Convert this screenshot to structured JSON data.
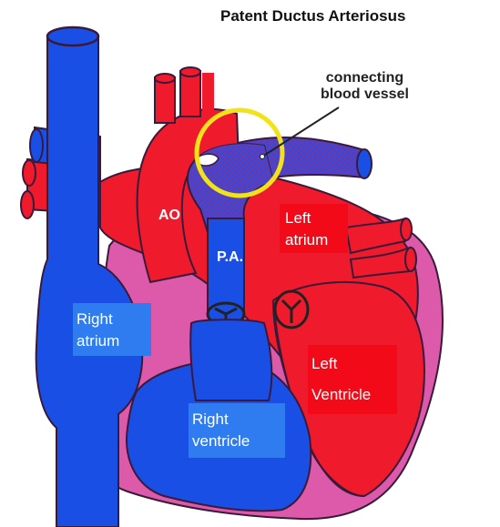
{
  "title": "Patent Ductus Arteriosus",
  "callout": {
    "line1": "connecting",
    "line2": "blood vessel"
  },
  "labels": {
    "aorta": "AO",
    "pulmonary_artery": "P.A.",
    "left_atrium": [
      "Left",
      "atrium"
    ],
    "right_atrium": [
      "Right",
      "atrium"
    ],
    "left_ventricle": [
      "Left",
      "Ventricle"
    ],
    "right_ventricle": [
      "Right",
      "ventricle"
    ]
  },
  "colors": {
    "oxygenated": "#ef1a2b",
    "deoxygenated": "#1a4fe6",
    "muscle": "#dc5aa9",
    "highlight_ring": "#f2e21a",
    "label_box_red": "#f20a18",
    "label_box_blue": "#2e7cf0"
  }
}
